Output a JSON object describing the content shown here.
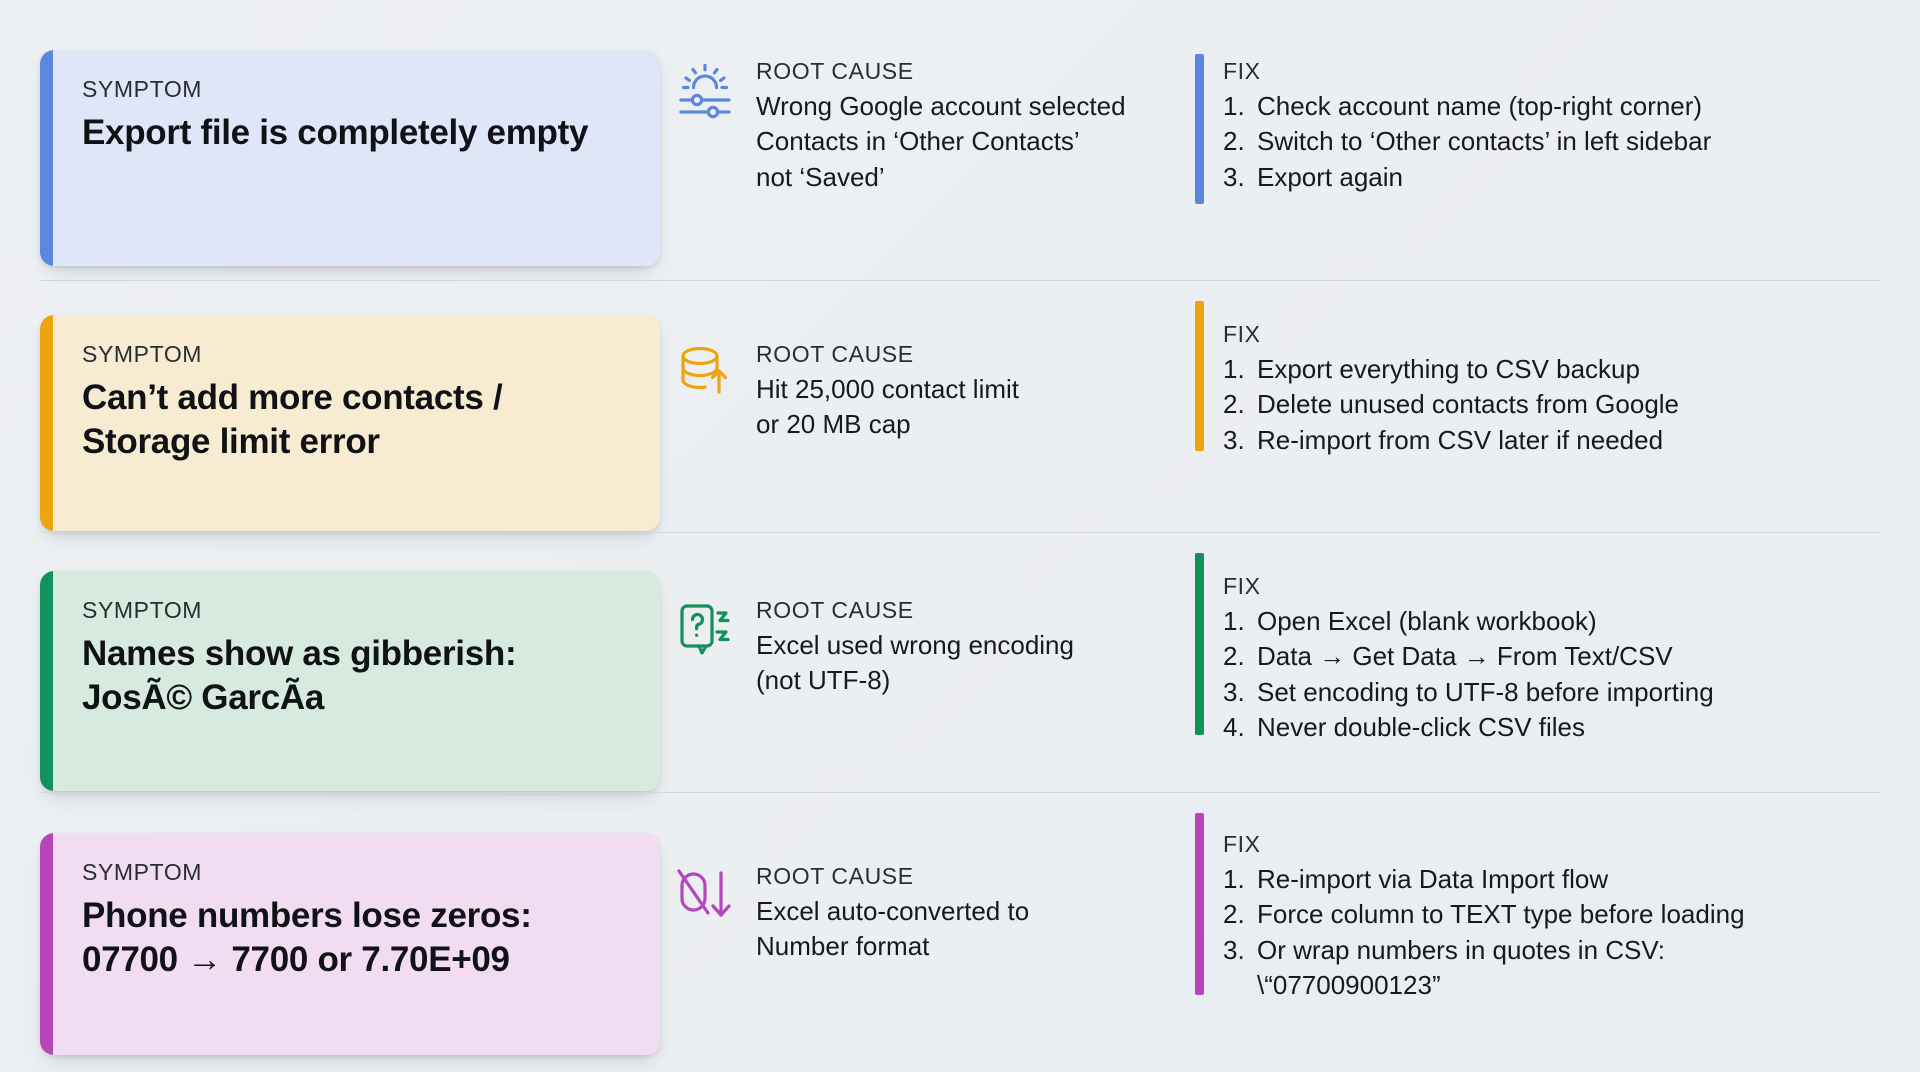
{
  "labels": {
    "symptom": "SYMPTOM",
    "root_cause": "ROOT CAUSE",
    "fix": "FIX"
  },
  "colors": {
    "blue": "#5b87e0",
    "amber": "#eda411",
    "green": "#12915c",
    "purple": "#b545b8",
    "card_blue_bg": "#dfe6f8",
    "card_amber_bg": "#f7ecd2",
    "card_green_bg": "#d7eadf",
    "card_purple_bg": "#f2dcf1",
    "page_bg": "#eceff2",
    "text": "#17191c"
  },
  "rows": [
    {
      "accent": "#5b87e0",
      "symptom": "Export file is\ncompletely empty",
      "icon": "settings-sliders-icon",
      "cause": "Wrong Google account selected\nContacts in ‘Other Contacts’\nnot ‘Saved’",
      "fix": [
        {
          "num": "1.",
          "text": "Check account name (top-right corner)"
        },
        {
          "num": "2.",
          "text": "Switch to ‘Other contacts’ in left sidebar"
        },
        {
          "num": "3.",
          "text": "Export again"
        }
      ]
    },
    {
      "accent": "#eda411",
      "symptom": "Can’t add more contacts /\nStorage limit error",
      "icon": "database-upload-icon",
      "cause": "Hit 25,000 contact limit\nor 20 MB cap",
      "fix": [
        {
          "num": "1.",
          "text": "Export everything to CSV backup"
        },
        {
          "num": "2.",
          "text": "Delete unused contacts from Google"
        },
        {
          "num": "3.",
          "text": "Re-import from CSV later if needed"
        }
      ]
    },
    {
      "accent": "#12915c",
      "symptom": "Names show as gibberish:\nJosÃ© GarcÃ­a",
      "icon": "unknown-character-glitch-icon",
      "cause": "Excel used wrong encoding\n(not UTF-8)",
      "fix": [
        {
          "num": "1.",
          "text": "Open Excel (blank workbook)"
        },
        {
          "num": "2.",
          "text": "Data → Get Data → From Text/CSV"
        },
        {
          "num": "3.",
          "text": "Set encoding to UTF-8 before importing"
        },
        {
          "num": "4.",
          "text": "Never double-click CSV files"
        }
      ]
    },
    {
      "accent": "#b545b8",
      "symptom": "Phone numbers lose zeros:\n07700 → 7700 or 7.70E+09",
      "icon": "no-leading-zero-down-arrow-icon",
      "cause": "Excel auto-converted to\nNumber format",
      "fix": [
        {
          "num": "1.",
          "text": "Re-import via Data Import flow"
        },
        {
          "num": "2.",
          "text": "Force column to TEXT type before loading"
        },
        {
          "num": "3.",
          "text": "Or wrap numbers in quotes in CSV:\n    \\“07700900123”"
        }
      ]
    }
  ]
}
